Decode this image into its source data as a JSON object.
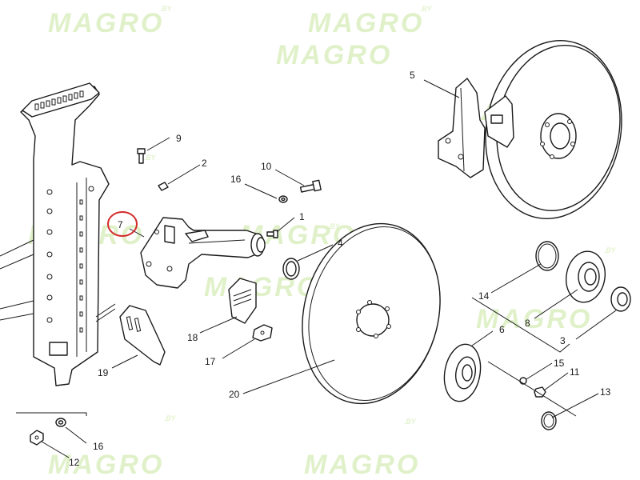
{
  "watermark": {
    "text": "MAGRO",
    "suffix": ".BY"
  },
  "highlight_color": "#d42a2a",
  "callouts": [
    {
      "id": "1",
      "label": "1"
    },
    {
      "id": "2",
      "label": "2"
    },
    {
      "id": "3",
      "label": "3"
    },
    {
      "id": "4",
      "label": "4"
    },
    {
      "id": "5",
      "label": "5"
    },
    {
      "id": "6",
      "label": "6"
    },
    {
      "id": "7",
      "label": "7",
      "highlighted": true
    },
    {
      "id": "8",
      "label": "8"
    },
    {
      "id": "9",
      "label": "9"
    },
    {
      "id": "10",
      "label": "10"
    },
    {
      "id": "11",
      "label": "11"
    },
    {
      "id": "12",
      "label": "12"
    },
    {
      "id": "13",
      "label": "13"
    },
    {
      "id": "14",
      "label": "14"
    },
    {
      "id": "15",
      "label": "15"
    },
    {
      "id": "16a",
      "label": "16"
    },
    {
      "id": "16b",
      "label": "16"
    },
    {
      "id": "17",
      "label": "17"
    },
    {
      "id": "18",
      "label": "18"
    },
    {
      "id": "19",
      "label": "19"
    },
    {
      "id": "20",
      "label": "20"
    }
  ]
}
